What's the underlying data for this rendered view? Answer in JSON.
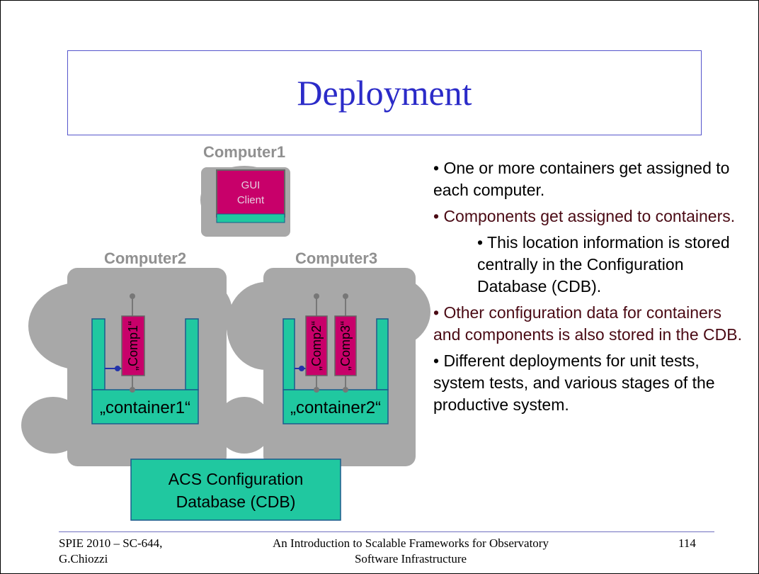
{
  "slide": {
    "title": "Deployment",
    "computers": [
      "Computer1",
      "Computer2",
      "Computer3"
    ],
    "gui_client": [
      "GUI",
      "Client"
    ],
    "components": [
      "„Comp1“",
      "„Comp2“",
      "„Comp3“"
    ],
    "containers": [
      "„container1“",
      "„container2“"
    ],
    "cdb_label": [
      "ACS Configuration",
      "Database (CDB)"
    ],
    "bullets": [
      "• One or more containers get assigned to each computer.",
      "• Components get assigned to containers.",
      "• This location information is stored centrally in the Configuration Database (CDB).",
      "• Other configuration data for containers and components is also stored in the CDB.",
      "• Different deployments for unit tests, system tests, and various stages of the productive system."
    ]
  },
  "footer": {
    "left": [
      "SPIE 2010 – SC-644,",
      "G.Chiozzi"
    ],
    "center": [
      "An Introduction to Scalable Frameworks for Observatory",
      "Software Infrastructure"
    ],
    "page": "114"
  },
  "colors": {
    "title": "#2b2bc8",
    "component_fill": "#c8006a",
    "container_fill": "#20c8a0",
    "computer_gray": "#a8a8a8"
  }
}
